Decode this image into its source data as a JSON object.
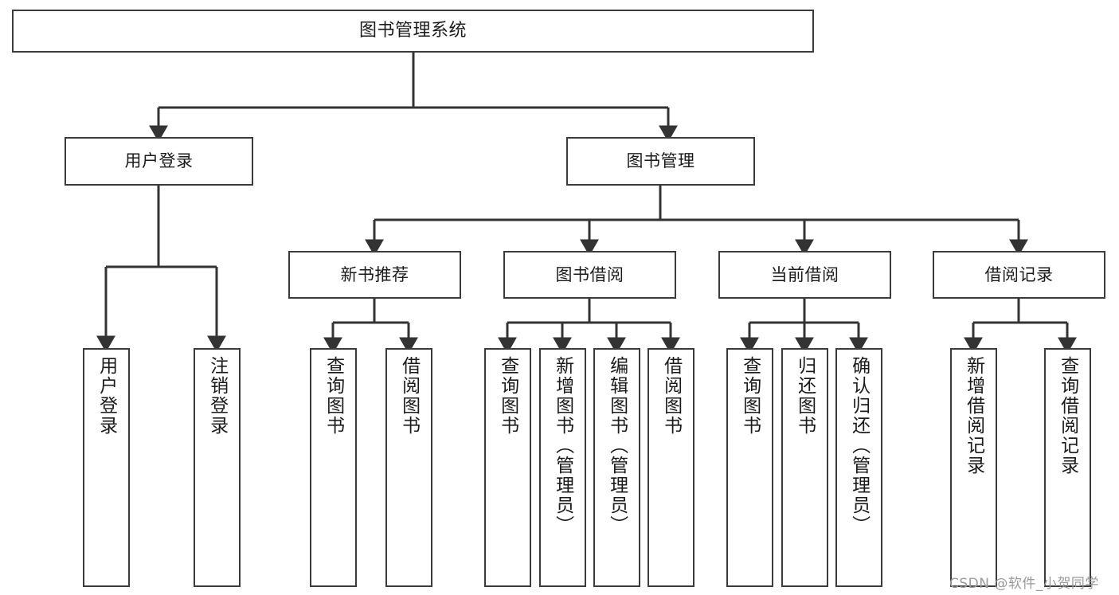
{
  "diagram": {
    "title": "图书管理系统",
    "type": "hierarchy-tree",
    "watermark": "CSDN @软件_小贺同学",
    "colors": {
      "box_border": "#3b3b3b",
      "box_fill": "#ffffff",
      "edge": "#333333",
      "text": "#1b1b1b",
      "watermark": "#9a9a9a",
      "background": "#ffffff"
    }
  },
  "nodes": {
    "root": {
      "label": "图书管理系统"
    },
    "level2": [
      {
        "id": "user-login",
        "label": "用户登录"
      },
      {
        "id": "book-manage",
        "label": "图书管理"
      }
    ],
    "level3": [
      {
        "id": "new-book-recommend",
        "label": "新书推荐"
      },
      {
        "id": "book-borrow",
        "label": "图书借阅"
      },
      {
        "id": "current-borrow",
        "label": "当前借阅"
      },
      {
        "id": "borrow-record",
        "label": "借阅记录"
      }
    ],
    "leaves": [
      {
        "id": "leaf-user-login",
        "label": "用户登录",
        "parent": "user-login"
      },
      {
        "id": "leaf-user-logout",
        "label": "注销登录",
        "parent": "user-login"
      },
      {
        "id": "leaf-query-book-1",
        "label": "查询图书",
        "parent": "new-book-recommend"
      },
      {
        "id": "leaf-borrow-book-1",
        "label": "借阅图书",
        "parent": "new-book-recommend"
      },
      {
        "id": "leaf-query-book-2",
        "label": "查询图书",
        "parent": "book-borrow"
      },
      {
        "id": "leaf-add-book",
        "label": "新增图书（管理员）",
        "parent": "book-borrow"
      },
      {
        "id": "leaf-edit-book",
        "label": "编辑图书（管理员）",
        "parent": "book-borrow"
      },
      {
        "id": "leaf-borrow-book-2",
        "label": "借阅图书",
        "parent": "book-borrow"
      },
      {
        "id": "leaf-query-book-3",
        "label": "查询图书",
        "parent": "current-borrow"
      },
      {
        "id": "leaf-return-book",
        "label": "归还图书",
        "parent": "current-borrow"
      },
      {
        "id": "leaf-confirm-return",
        "label": "确认归还（管理员）",
        "parent": "current-borrow"
      },
      {
        "id": "leaf-add-record",
        "label": "新增借阅记录",
        "parent": "borrow-record"
      },
      {
        "id": "leaf-query-record",
        "label": "查询借阅记录",
        "parent": "borrow-record"
      }
    ]
  }
}
